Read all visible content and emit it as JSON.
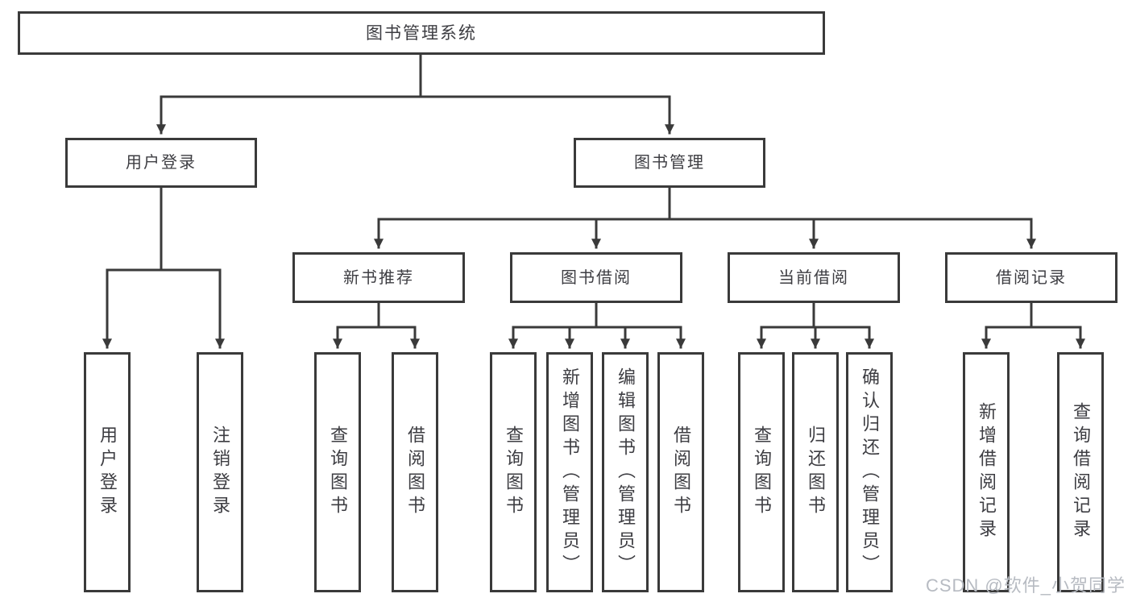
{
  "diagram_type": "hierarchy-tree",
  "colors": {
    "line": "#3a3a3a",
    "box_border": "#3a3a3a",
    "text": "#3d3d42",
    "background": "#ffffff",
    "watermark": "#b7bbc2"
  },
  "tree": {
    "label": "图书管理系统",
    "children": [
      {
        "label": "用户登录",
        "children": [
          {
            "label": "用户登录"
          },
          {
            "label": "注销登录"
          }
        ]
      },
      {
        "label": "图书管理",
        "children": [
          {
            "label": "新书推荐",
            "children": [
              {
                "label": "查询图书"
              },
              {
                "label": "借阅图书"
              }
            ]
          },
          {
            "label": "图书借阅",
            "children": [
              {
                "label": "查询图书"
              },
              {
                "label": "新增图书（管理员）"
              },
              {
                "label": "编辑图书（管理员）"
              },
              {
                "label": "借阅图书"
              }
            ]
          },
          {
            "label": "当前借阅",
            "children": [
              {
                "label": "查询图书"
              },
              {
                "label": "归还图书"
              },
              {
                "label": "确认归还（管理员）"
              }
            ]
          },
          {
            "label": "借阅记录",
            "children": [
              {
                "label": "新增借阅记录"
              },
              {
                "label": "查询借阅记录"
              }
            ]
          }
        ]
      }
    ]
  },
  "watermark": {
    "text": "CSDN @软件_小贺同学"
  }
}
